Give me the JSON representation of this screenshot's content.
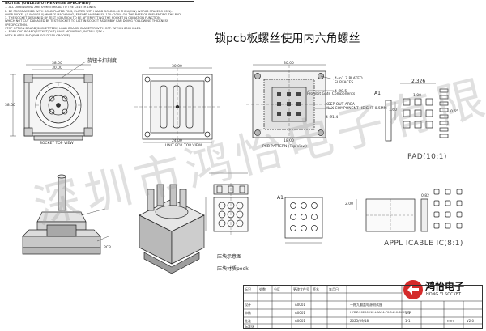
{
  "notes": {
    "heading": "NOTES: (UNLESS OTHERWISE SPECIFIED)",
    "lines": [
      "1. ALL DIMENSIONS ARE SYMMETRICAL TO THE CENTER LINES.",
      "2. BE PROGRAMMED WITH GOLD PLATED PINS, PLATED WITH HARD GOLD 0.00 THRU(MIN) WORKS SPACERS (MIN).",
      "OVER NICKEL (0.000005.0) WORKS MACHINING, ENSORT HARDNESS 130~200% ON THE BASE OF PREVENTING THE PAD",
      "3. THE SOCKET DESIGNED BY TEST SOLUTION TO BE AFTER FITTING THE SOCKET IN OXIDATION FUNCTION,",
      "WHICH NOT CUT DAMAGED BY TEST SOCKET TO LIST IN SOCKET ASSEMBLY CAN DOING FOLLOWING THICKNESS SPECIFICATION.",
      "STOP OPTION BOARD(SOCKET/PEEK) LOAD BOARD, DIAMETER WITH OPT. WITHIN 800 HOLES.",
      "4. FOR LOAD BOARD(SOCKET/DUT) BASE MOUNTING, INSTALL QTY 4.",
      "WITH PLATED PAD (FOR GOLD 250 GROOVE)."
    ]
  },
  "title": "锁pcb板螺丝使用内六角螺丝",
  "views": {
    "socket_top_view": "SOCKET TOP VIEW",
    "unit_box_top_view": "UNIT BOX  TOP VIEW",
    "pcb_pattern_top_view": "PCB PATTERN (Top View)",
    "pad_label": "PAD(10:1)",
    "applicable_ic": "APPL ICABLE IC(8:1)"
  },
  "annotations": {
    "knob": "旋钮卡扣刻度",
    "flip_lid": "压块示意图",
    "peek_material": "压块材质peek",
    "a1_top": "A1",
    "a1_bottom": "A1",
    "pcb_notes": [
      "4-m1.7 PLATED",
      "SURFACES",
      "Prohibit Gate Components",
      "4-Ø0.5",
      "KEEP OUT AREA",
      "MAX COMPONENT HEIGHT 0.5MM",
      "4-Ø1.4"
    ]
  },
  "dimensions": {
    "socket_width": "38.00",
    "socket_inner": "30.00",
    "socket_height": "38.00",
    "unit_box_w": "30.00",
    "unit_box_inner": "24.00",
    "pcb_w": "30.00",
    "pcb_inner": "18.00",
    "pad_w": "2.326",
    "pad_pitch": "1.00",
    "pad_h": "1.60",
    "pad_small": "0.65",
    "ic_dim": "2.00",
    "ic_h": "0.82",
    "pcb_bottom": "PCB"
  },
  "title_block": {
    "company_cn": "鸿怡电子",
    "company_en": "HONG YI SOCKET",
    "drawing_cn": "一拖九翻盖电源测试座",
    "part_number": "HYDZ-2025091F-LGA14-P0.5-Z-0.8X09.08",
    "scale": "1:1",
    "sheet": "1-1",
    "unit": "mm",
    "version": "V2.0",
    "date": "2025/09/18",
    "revs": [
      "A0001",
      "A0001",
      "A0001"
    ],
    "row_labels": [
      "设计",
      "审核",
      "批准",
      "标准化"
    ],
    "col_labels": [
      "标记",
      "处数",
      "分区",
      "更改文件号",
      "签名",
      "年月日"
    ]
  },
  "watermark": "深圳市鸿怡电子有限公司",
  "colors": {
    "logo_red": "#d42a2a",
    "line": "#222222",
    "green_pad": "#cfe7c6"
  }
}
